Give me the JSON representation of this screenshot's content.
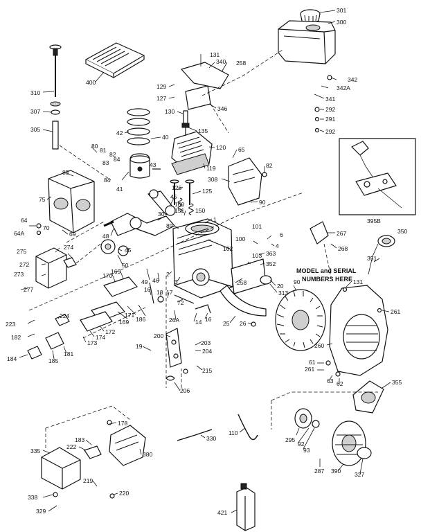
{
  "diagram": {
    "note_lines": [
      "MODEL and SERIAL",
      "NUMBERS HERE"
    ],
    "callouts": [
      {
        "id": "c301",
        "text": "301"
      },
      {
        "id": "c300",
        "text": "300"
      },
      {
        "id": "c400",
        "text": "400"
      },
      {
        "id": "c131a",
        "text": "131"
      },
      {
        "id": "c340",
        "text": "340"
      },
      {
        "id": "c258a",
        "text": "258"
      },
      {
        "id": "c342",
        "text": "342"
      },
      {
        "id": "c342a",
        "text": "342A"
      },
      {
        "id": "c341",
        "text": "341"
      },
      {
        "id": "c310",
        "text": "310"
      },
      {
        "id": "c129",
        "text": "129"
      },
      {
        "id": "c127",
        "text": "127"
      },
      {
        "id": "c346",
        "text": "346"
      },
      {
        "id": "c292a",
        "text": "292"
      },
      {
        "id": "c291",
        "text": "291"
      },
      {
        "id": "c292b",
        "text": "292"
      },
      {
        "id": "c307",
        "text": "307"
      },
      {
        "id": "c130",
        "text": "130"
      },
      {
        "id": "c135",
        "text": "135"
      },
      {
        "id": "c305",
        "text": "305"
      },
      {
        "id": "c42",
        "text": "42"
      },
      {
        "id": "c40",
        "text": "40"
      },
      {
        "id": "c120",
        "text": "120"
      },
      {
        "id": "c80",
        "text": "80"
      },
      {
        "id": "c81",
        "text": "81"
      },
      {
        "id": "c82a",
        "text": "82"
      },
      {
        "id": "c84a",
        "text": "84"
      },
      {
        "id": "c83",
        "text": "83"
      },
      {
        "id": "c43",
        "text": "43"
      },
      {
        "id": "c65",
        "text": "65"
      },
      {
        "id": "c119",
        "text": "119"
      },
      {
        "id": "c82b",
        "text": "82"
      },
      {
        "id": "c85",
        "text": "85"
      },
      {
        "id": "c84b",
        "text": "84"
      },
      {
        "id": "c41",
        "text": "41"
      },
      {
        "id": "c126",
        "text": "126"
      },
      {
        "id": "c125",
        "text": "125"
      },
      {
        "id": "c308",
        "text": "308"
      },
      {
        "id": "c75",
        "text": "75"
      },
      {
        "id": "c45",
        "text": "45"
      },
      {
        "id": "c160",
        "text": "160"
      },
      {
        "id": "c151",
        "text": "151"
      },
      {
        "id": "c150",
        "text": "150"
      },
      {
        "id": "c90a",
        "text": "90"
      },
      {
        "id": "c395b",
        "text": "395B"
      },
      {
        "id": "c64",
        "text": "64"
      },
      {
        "id": "c64a",
        "text": "64A"
      },
      {
        "id": "c70",
        "text": "70"
      },
      {
        "id": "c69",
        "text": "69"
      },
      {
        "id": "c30",
        "text": "30"
      },
      {
        "id": "c89",
        "text": "89"
      },
      {
        "id": "c1",
        "text": "1"
      },
      {
        "id": "c267",
        "text": "267"
      },
      {
        "id": "c101",
        "text": "101"
      },
      {
        "id": "c350",
        "text": "350"
      },
      {
        "id": "c48",
        "text": "48"
      },
      {
        "id": "c6",
        "text": "6"
      },
      {
        "id": "c100",
        "text": "100"
      },
      {
        "id": "c4",
        "text": "4"
      },
      {
        "id": "c268",
        "text": "268"
      },
      {
        "id": "c275",
        "text": "275"
      },
      {
        "id": "c274",
        "text": "274"
      },
      {
        "id": "c272",
        "text": "272"
      },
      {
        "id": "c45b",
        "text": "45"
      },
      {
        "id": "c50",
        "text": "50"
      },
      {
        "id": "c102",
        "text": "102"
      },
      {
        "id": "c363",
        "text": "363"
      },
      {
        "id": "c351",
        "text": "351"
      },
      {
        "id": "c103",
        "text": "103"
      },
      {
        "id": "c352",
        "text": "352"
      },
      {
        "id": "c273",
        "text": "273"
      },
      {
        "id": "c169a",
        "text": "169"
      },
      {
        "id": "c170",
        "text": "170"
      },
      {
        "id": "c49",
        "text": "49"
      },
      {
        "id": "c46",
        "text": "46"
      },
      {
        "id": "c2",
        "text": "2"
      },
      {
        "id": "c3",
        "text": "3"
      },
      {
        "id": "c258b",
        "text": "258"
      },
      {
        "id": "c131b",
        "text": "131"
      },
      {
        "id": "c20",
        "text": "20"
      },
      {
        "id": "c313",
        "text": "313"
      },
      {
        "id": "c277",
        "text": "277"
      },
      {
        "id": "c16a",
        "text": "16"
      },
      {
        "id": "c18",
        "text": "18"
      },
      {
        "id": "c17",
        "text": "17"
      },
      {
        "id": "c72",
        "text": "72"
      },
      {
        "id": "c90b",
        "text": "90"
      },
      {
        "id": "c261a",
        "text": "261"
      },
      {
        "id": "c223",
        "text": "223"
      },
      {
        "id": "c224",
        "text": "224"
      },
      {
        "id": "c169b",
        "text": "169"
      },
      {
        "id": "c171",
        "text": "171"
      },
      {
        "id": "c186",
        "text": "186"
      },
      {
        "id": "c16b",
        "text": "16"
      },
      {
        "id": "c14",
        "text": "14"
      },
      {
        "id": "c25",
        "text": "25"
      },
      {
        "id": "c26",
        "text": "26"
      },
      {
        "id": "c26a",
        "text": "26A"
      },
      {
        "id": "c182",
        "text": "182"
      },
      {
        "id": "c172",
        "text": "172"
      },
      {
        "id": "c174",
        "text": "174"
      },
      {
        "id": "c173",
        "text": "173"
      },
      {
        "id": "c181",
        "text": "181"
      },
      {
        "id": "c185",
        "text": "185"
      },
      {
        "id": "c184",
        "text": "184"
      },
      {
        "id": "c200",
        "text": "200"
      },
      {
        "id": "c19",
        "text": "19"
      },
      {
        "id": "c203",
        "text": "203"
      },
      {
        "id": "c204",
        "text": "204"
      },
      {
        "id": "c260",
        "text": "260"
      },
      {
        "id": "c215",
        "text": "215"
      },
      {
        "id": "c61",
        "text": "61"
      },
      {
        "id": "c261b",
        "text": "261"
      },
      {
        "id": "c63",
        "text": "63"
      },
      {
        "id": "c62",
        "text": "62"
      },
      {
        "id": "c206",
        "text": "206"
      },
      {
        "id": "c355",
        "text": "355"
      },
      {
        "id": "c178",
        "text": "178"
      },
      {
        "id": "c183",
        "text": "183"
      },
      {
        "id": "c222",
        "text": "222"
      },
      {
        "id": "c330",
        "text": "330"
      },
      {
        "id": "c110",
        "text": "110"
      },
      {
        "id": "c295",
        "text": "295"
      },
      {
        "id": "c92",
        "text": "92"
      },
      {
        "id": "c93",
        "text": "93"
      },
      {
        "id": "c335",
        "text": "335"
      },
      {
        "id": "c380",
        "text": "380"
      },
      {
        "id": "c287",
        "text": "287"
      },
      {
        "id": "c390",
        "text": "390"
      },
      {
        "id": "c327",
        "text": "327"
      },
      {
        "id": "c219",
        "text": "219"
      },
      {
        "id": "c220",
        "text": "220"
      },
      {
        "id": "c338",
        "text": "338"
      },
      {
        "id": "c329",
        "text": "329"
      },
      {
        "id": "c421",
        "text": "421"
      }
    ]
  }
}
